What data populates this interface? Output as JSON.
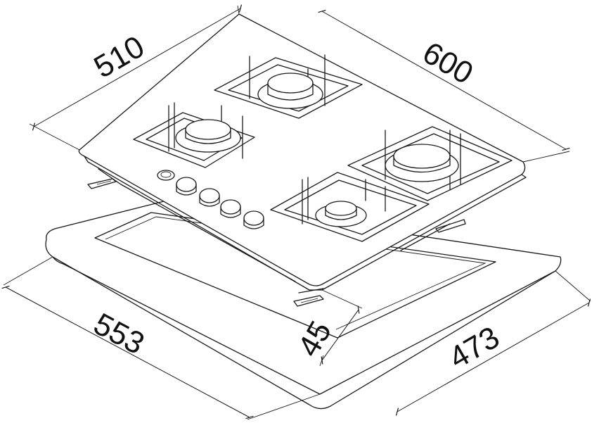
{
  "dimensions": {
    "width_top": "510",
    "depth_top": "600",
    "cutout_width": "553",
    "height": "45",
    "cutout_depth": "473"
  },
  "colors": {
    "line": "#1a1a1a",
    "background": "#ffffff"
  }
}
